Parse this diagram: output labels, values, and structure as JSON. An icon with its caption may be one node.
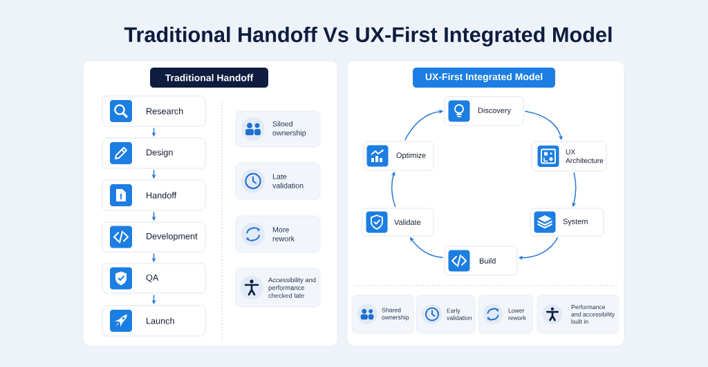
{
  "diagram": {
    "title": "Traditional Handoff Vs UX-First Integrated Model",
    "nodes": [
      {
        "text": [
          "Traditional Handoff"
        ]
      },
      {
        "text": [
          "Research"
        ],
        "in": 0
      },
      {
        "text": [
          "Design"
        ],
        "in": 0
      },
      {
        "text": [
          "Handoff"
        ],
        "in": 0
      },
      {
        "text": [
          "Development"
        ],
        "in": 0
      },
      {
        "text": [
          "QA"
        ],
        "in": 0
      },
      {
        "text": [
          "Launch"
        ],
        "in": 0
      },
      {
        "text": [
          "Siloed ownership"
        ],
        "in": 0
      },
      {
        "text": [
          "Late validation"
        ],
        "in": 0
      },
      {
        "text": [
          "More rework"
        ],
        "in": 0
      },
      {
        "text": [
          "Accessibility and performance checked late"
        ],
        "in": 0
      },
      {
        "text": [
          "UX-First Integrated Model"
        ]
      },
      {
        "text": [
          "Discovery"
        ],
        "in": 11
      },
      {
        "text": [
          "UX Architecture"
        ],
        "in": 11
      },
      {
        "text": [
          "System"
        ],
        "in": 11
      },
      {
        "text": [
          "Build"
        ],
        "in": 11
      },
      {
        "text": [
          "Validate"
        ],
        "in": 11
      },
      {
        "text": [
          "Optimize"
        ],
        "in": 11
      },
      {
        "text": [
          "Shared ownership"
        ],
        "in": 11
      },
      {
        "text": [
          "Early validation"
        ],
        "in": 11
      },
      {
        "text": [
          "Lower rework"
        ],
        "in": 11
      },
      {
        "text": [
          "Performance and accessibility built in"
        ],
        "in": 11
      }
    ],
    "edges": [
      {
        "from": 1,
        "to": 2,
        "arrow": "to"
      },
      {
        "from": 2,
        "to": 3,
        "arrow": "to"
      },
      {
        "from": 3,
        "to": 4,
        "arrow": "to"
      },
      {
        "from": 4,
        "to": 5,
        "arrow": "to"
      },
      {
        "from": 5,
        "to": 6,
        "arrow": "to"
      },
      {
        "from": 12,
        "to": 13,
        "arrow": "to"
      },
      {
        "from": 13,
        "to": 14,
        "arrow": "to"
      },
      {
        "from": 14,
        "to": 15,
        "arrow": "to"
      },
      {
        "from": 15,
        "to": 16,
        "arrow": "to"
      },
      {
        "from": 16,
        "to": 17,
        "arrow": "to"
      },
      {
        "from": 17,
        "to": 12,
        "arrow": "to"
      }
    ]
  }
}
